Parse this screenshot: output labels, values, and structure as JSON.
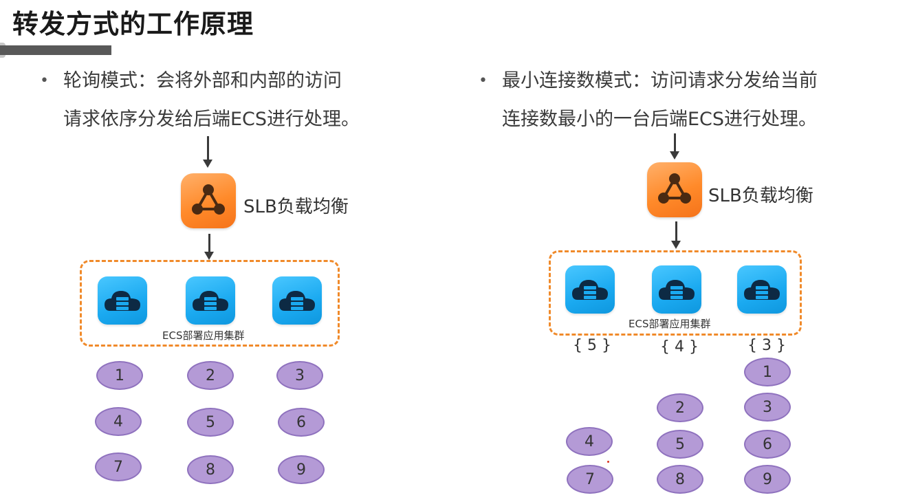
{
  "title": "转发方式的工作原理",
  "left": {
    "bullet_line1": "轮询模式：会将外部和内部的访问",
    "bullet_line2": "请求依序分发给后端ECS进行处理。",
    "slb_label": "SLB负载均衡",
    "cluster_label": "ECS部署应用集群",
    "requests": [
      [
        "1",
        "2",
        "3"
      ],
      [
        "4",
        "5",
        "6"
      ],
      [
        "7",
        "8",
        "9"
      ]
    ]
  },
  "right": {
    "bullet_line1": "最小连接数模式：访问请求分发给当前",
    "bullet_line2": "连接数最小的一台后端ECS进行处理。",
    "slb_label": "SLB负载均衡",
    "cluster_label": "ECS部署应用集群",
    "connection_counts": [
      "{ 5 }",
      "{ 4 }",
      "{ 3 }"
    ],
    "requests": {
      "col1": [
        "4",
        "7"
      ],
      "col2": [
        "2",
        "5",
        "8"
      ],
      "col3": [
        "1",
        "3",
        "6",
        "9"
      ]
    }
  },
  "bullet_glyph": "•",
  "colors": {
    "slb_orange": "#ff8a2a",
    "ecs_blue": "#1aa9f0",
    "cluster_border": "#f08a2a",
    "request_fill": "#b49ad6"
  },
  "icons": {
    "slb": "network-hub-icon",
    "ecs": "cloud-server-icon"
  }
}
